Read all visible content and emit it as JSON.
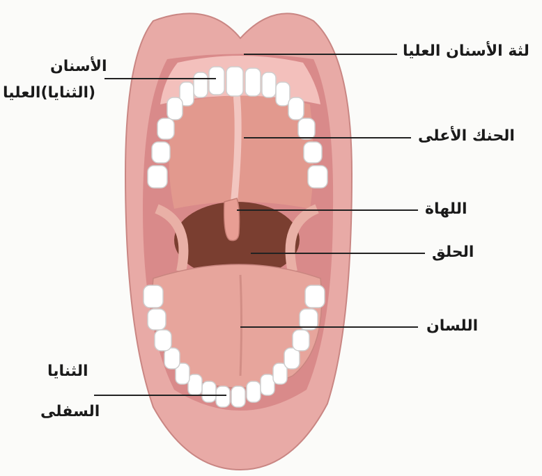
{
  "labels": {
    "upper_gum": "لثة الأسنان العليا",
    "upper_teeth_line1": "الأسنان",
    "upper_teeth_line2": "(الثنايا)العليا",
    "hard_palate": "الحنك الأعلى",
    "uvula": "اللهاة",
    "throat": "الحلق",
    "tongue": "اللسان",
    "lower_incisors_line1": "الثنايا",
    "lower_incisors_line2": "السفلى"
  },
  "colors": {
    "lip": "#e6a4a2",
    "lip_inner": "#d98a8a",
    "gum": "#f0b7b3",
    "teeth": "#ffffff",
    "palate": "#e2998e",
    "throat": "#7a3e30",
    "tongue": "#e7a59c",
    "leader": "#222222"
  }
}
